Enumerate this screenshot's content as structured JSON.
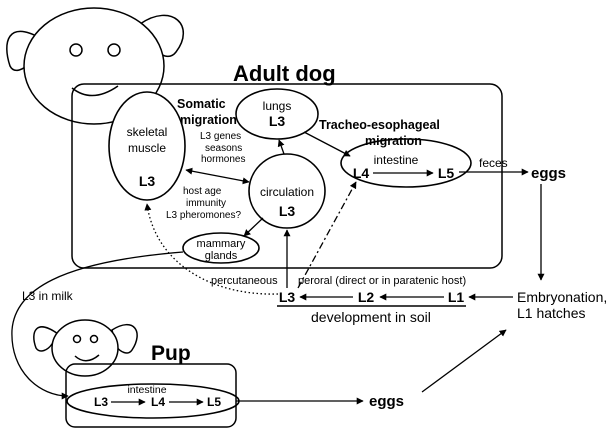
{
  "adult": {
    "title": "Adult dog",
    "somatic_1": "Somatic",
    "somatic_2": "migration",
    "skeletal_1": "skeletal",
    "skeletal_2": "muscle",
    "skeletal_stage": "L3",
    "lungs": "lungs",
    "lungs_stage": "L3",
    "tracheo_1": "Tracheo-esophageal",
    "tracheo_2": "migration",
    "factors_1": "L3 genes",
    "factors_2": "seasons",
    "factors_3": "hormones",
    "host_1": "host age",
    "host_2": "immunity",
    "host_3": "L3 pheromones?",
    "circulation": "circulation",
    "circulation_stage": "L3",
    "intestine": "intestine",
    "l4": "L4",
    "l5": "L5",
    "feces": "feces",
    "eggs": "eggs",
    "mammary_1": "mammary",
    "mammary_2": "glands"
  },
  "soil": {
    "percutaneous": "percutaneous",
    "peroral": "peroral (direct or in paratenic host)",
    "l3": "L3",
    "l2": "L2",
    "l1": "L1",
    "development": "development in soil",
    "embryo_1": "Embryonation,",
    "embryo_2": "L1 hatches"
  },
  "pup": {
    "milk": "L3 in milk",
    "title": "Pup",
    "intestine": "intestine",
    "l3": "L3",
    "l4": "L4",
    "l5": "L5",
    "eggs": "eggs"
  }
}
